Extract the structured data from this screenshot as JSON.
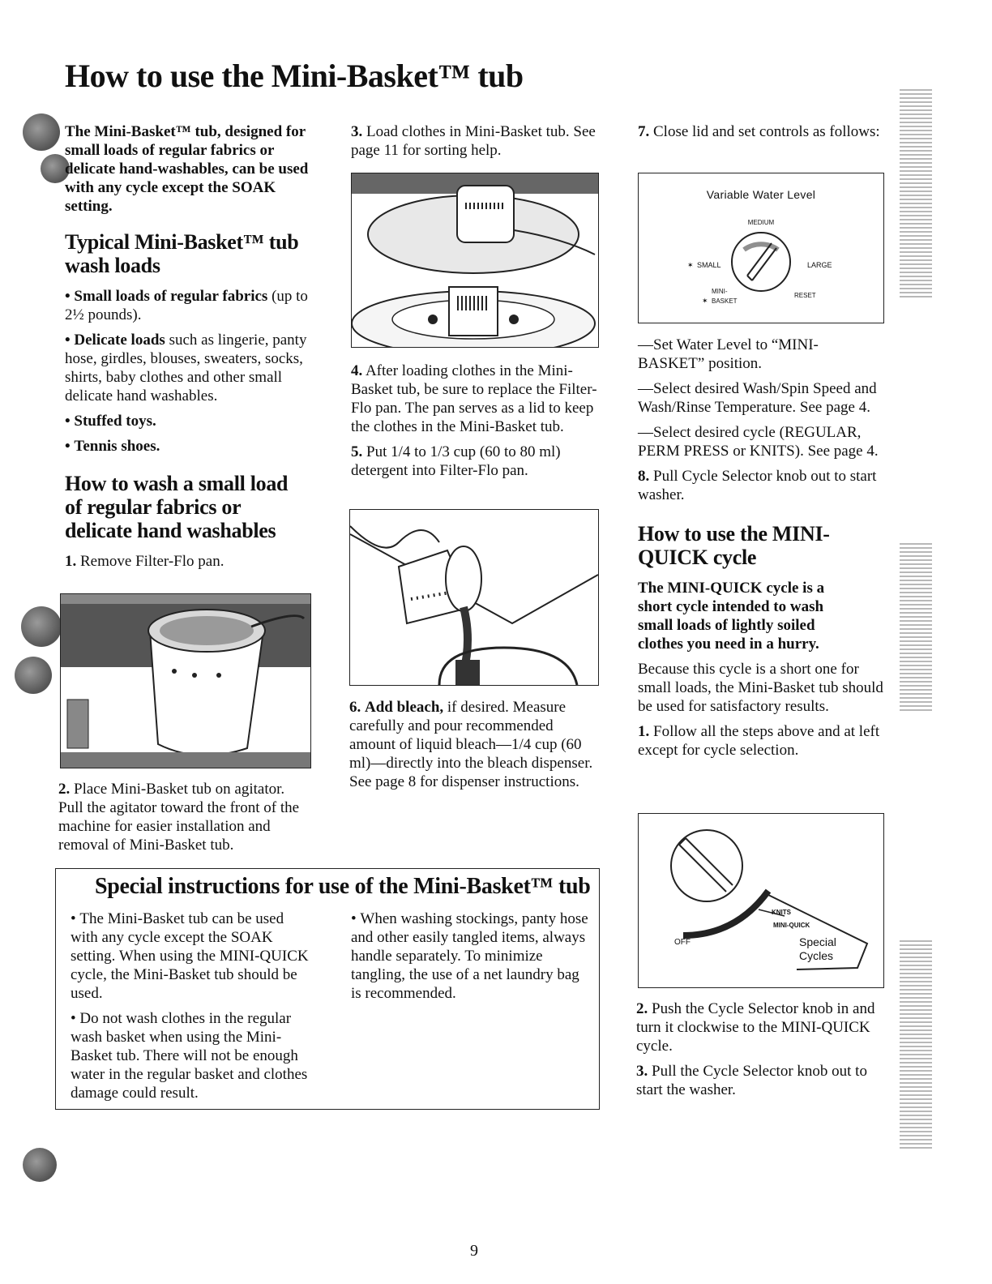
{
  "title": "How to use the Mini-Basket™ tub",
  "col1": {
    "intro": "The Mini-Basket™ tub, designed for small loads of regular fabrics or delicate hand-washables, can be used with any cycle except the SOAK setting.",
    "typical_heading": "Typical Mini-Basket™ tub wash loads",
    "load1_bold": "Small loads of regular fabrics",
    "load1_rest": "(up to 2½ pounds).",
    "load2_bold": "Delicate loads",
    "load2_rest": "such as lingerie, panty hose, girdles, blouses, sweaters, socks, shirts, baby clothes and other small delicate hand washables.",
    "load3": "Stuffed toys.",
    "load4": "Tennis shoes.",
    "wash_heading": "How to wash a small load of regular fabrics or delicate hand washables",
    "step1_num": "1.",
    "step1": "Remove Filter-Flo pan.",
    "step2_num": "2.",
    "step2": "Place Mini-Basket tub on agitator. Pull the agitator toward the front of the machine for easier installation and removal of Mini-Basket tub."
  },
  "col2": {
    "step3_num": "3.",
    "step3": "Load clothes in Mini-Basket tub. See page 11 for sorting help.",
    "step4_num": "4.",
    "step4": "After loading clothes in the Mini-Basket tub, be sure to replace the Filter-Flo pan. The pan serves as a lid to keep the clothes in the Mini-Basket tub.",
    "step5_num": "5.",
    "step5": "Put 1/4 to 1/3 cup (60 to 80 ml) detergent into Filter-Flo pan.",
    "step6_num": "6.",
    "step6_bold": "Add bleach,",
    "step6_rest": "if desired. Measure carefully and pour recommended amount of liquid bleach—1/4 cup (60 ml)—directly into the bleach dispenser. See page 8 for dispenser instructions."
  },
  "col3": {
    "step7_num": "7.",
    "step7": "Close lid and set controls as follows:",
    "dial": {
      "title": "Variable Water Level",
      "medium": "MEDIUM",
      "small": "SMALL",
      "large": "LARGE",
      "mini": "MINI-",
      "basket": "BASKET",
      "reset": "RESET"
    },
    "set1": "—Set Water Level to “MINI-BASKET” position.",
    "set2": "—Select desired Wash/Spin Speed and Wash/Rinse Temperature. See page 4.",
    "set3": "—Select desired cycle (REGULAR, PERM PRESS or KNITS). See page 4.",
    "step8_num": "8.",
    "step8": "Pull Cycle Selector knob out to start washer.",
    "mq_heading": "How to use the MINI-QUICK cycle",
    "mq_lead": "The MINI-QUICK cycle is a short cycle intended to wash small loads of lightly soiled clothes you need in a hurry.",
    "mq_body": "Because this cycle is a short one for small loads, the Mini-Basket tub should be used for satisfactory results.",
    "mq1_num": "1.",
    "mq1": "Follow all the steps above and at left except for cycle selection.",
    "selector": {
      "knits": "KNITS",
      "mini_quick": "MINI-QUICK",
      "off": "OFF",
      "special1": "Special",
      "special2": "Cycles"
    },
    "mq2_num": "2.",
    "mq2": "Push the Cycle Selector knob in and turn it clockwise to the MINI-QUICK cycle.",
    "mq3_num": "3.",
    "mq3": "Pull the Cycle Selector knob out to start the washer."
  },
  "special": {
    "heading": "Special instructions for use of the Mini-Basket™ tub",
    "b1": "The Mini-Basket tub can be used with any cycle except the SOAK setting. When using the MINI-QUICK cycle, the Mini-Basket tub should be used.",
    "b2": "Do not wash clothes in the regular wash basket when using the Mini-Basket tub. There will not be enough water in the regular basket and clothes damage could result.",
    "b3": "When washing stockings, panty hose and other easily tangled items, always handle separately. To minimize tangling, the use of a net laundry bag is recommended."
  },
  "page_number": "9"
}
